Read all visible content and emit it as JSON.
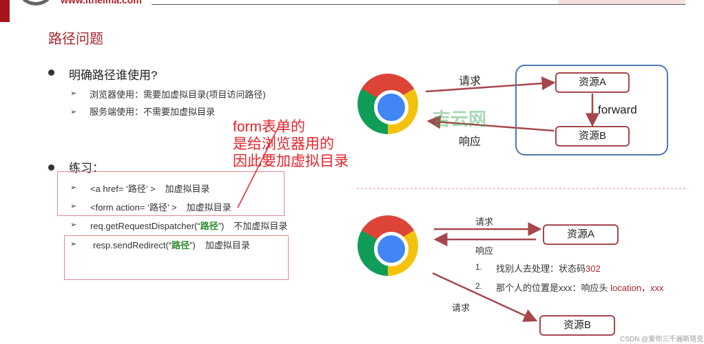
{
  "header": {
    "logo_url_text": "www.itheima.com"
  },
  "title": "路径问题",
  "bullets": [
    {
      "text": "明确路径谁使用?",
      "subs": [
        "浏览器使用：需要加虚拟目录(项目访问路径)",
        "服务端使用：不需要加虚拟目录"
      ]
    },
    {
      "text": "练习："
    }
  ],
  "practice": [
    {
      "code": "<a href= ‘路径’ >",
      "note": "加虚拟目录"
    },
    {
      "code": "<form action= ‘路径’ >",
      "note": "加虚拟目录"
    },
    {
      "code_pre": "req.getRequestDispatcher(“",
      "code_str": "路径",
      "code_post": "”)",
      "note": "不加虚拟目录"
    },
    {
      "code_pre": "resp.sendRedirect(“",
      "code_str": "路径",
      "code_post": "”)",
      "note": "加虚拟目录"
    }
  ],
  "annotation": [
    "form表单的",
    "是给浏览器用的",
    "因此要加虚拟目录"
  ],
  "forward_diagram": {
    "request": "请求",
    "response": "响应",
    "resource_a": "资源A",
    "resource_b": "资源B",
    "forward": "forward",
    "watermark": "吉云网"
  },
  "redirect_diagram": {
    "request1": "请求",
    "response": "响应",
    "resource_a": "资源A",
    "resource_b": "资源B",
    "request2": "请求",
    "steps": [
      {
        "num": "1.",
        "text": "找别人去处理：状态码",
        "highlight": "302"
      },
      {
        "num": "2.",
        "text": "那个人的位置是xxx：响应头 ",
        "highlight": "location，xxx"
      }
    ]
  },
  "credit": "CSDN @爱你三千遍斯塔克",
  "colors": {
    "accent": "#a5272e",
    "annotation": "#e8232a",
    "string": "#2e8b2e",
    "frame": "#4a78b5"
  }
}
